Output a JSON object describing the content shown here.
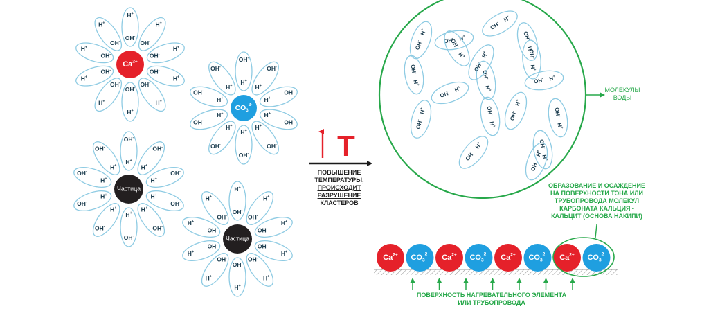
{
  "colors": {
    "petal_stroke": "#8ecbe3",
    "petal_text": "#1c3d4f",
    "calcium": "#e5212a",
    "carbonate": "#1f9fe0",
    "particle": "#231f20",
    "green": "#27a84a",
    "arrow": "#1a1a1a",
    "temp": "#e5212a",
    "surface": "#bdbdbd"
  },
  "ions": {
    "ca": "Ca",
    "ca_charge": "2+",
    "co3": "CO",
    "co3_sub": "3",
    "co3_charge": "2-",
    "particle": "Частица"
  },
  "groups": {
    "oh": "OH",
    "oh_charge": "-",
    "h": "H",
    "h_charge": "+"
  },
  "temperature": {
    "symbol": "T",
    "line1": "ПОВЫШЕНИЕ",
    "line2": "ТЕМПЕРАТУРЫ,",
    "line3": "ПРОИСХОДИТ",
    "line4": "РАЗРУШЕНИЕ",
    "line5": "КЛАСТЕРОВ"
  },
  "water": {
    "line1": "МОЛЕКУЛЫ",
    "line2": "ВОДЫ"
  },
  "deposit": {
    "line1": "ОБРАЗОВАНИЕ И ОСАЖДЕНИЕ",
    "line2": "НА ПОВЕРХНОСТИ ТЭНА ИЛИ",
    "line3": "ТРУБОПРОВОДА МОЛЕКУЛ",
    "line4": "КАРБОНАТА КАЛЬЦИЯ -",
    "line5": "КАЛЬЦИТ (ОСНОВА НАКИПИ)"
  },
  "surface": {
    "line1": "ПОВЕРХНОСТЬ НАГРЕВАТЕЛЬНОГО ЭЛЕМЕНТА",
    "line2": "ИЛИ ТРУБОПРОВОДА"
  },
  "clusters": [
    {
      "center": "ca",
      "outer": "h",
      "inner": "oh",
      "petals": 10
    },
    {
      "center": "co3",
      "outer": "oh",
      "inner": "h",
      "petals": 10
    },
    {
      "center": "particle",
      "outer": "oh",
      "inner": "h",
      "petals": 10
    },
    {
      "center": "particle",
      "outer": "h",
      "inner": "oh",
      "petals": 10
    }
  ],
  "water_molecules": 18,
  "surface_ions": [
    "ca",
    "co3",
    "ca",
    "co3",
    "ca",
    "co3",
    "ca",
    "co3"
  ],
  "surface_arrows": 7
}
